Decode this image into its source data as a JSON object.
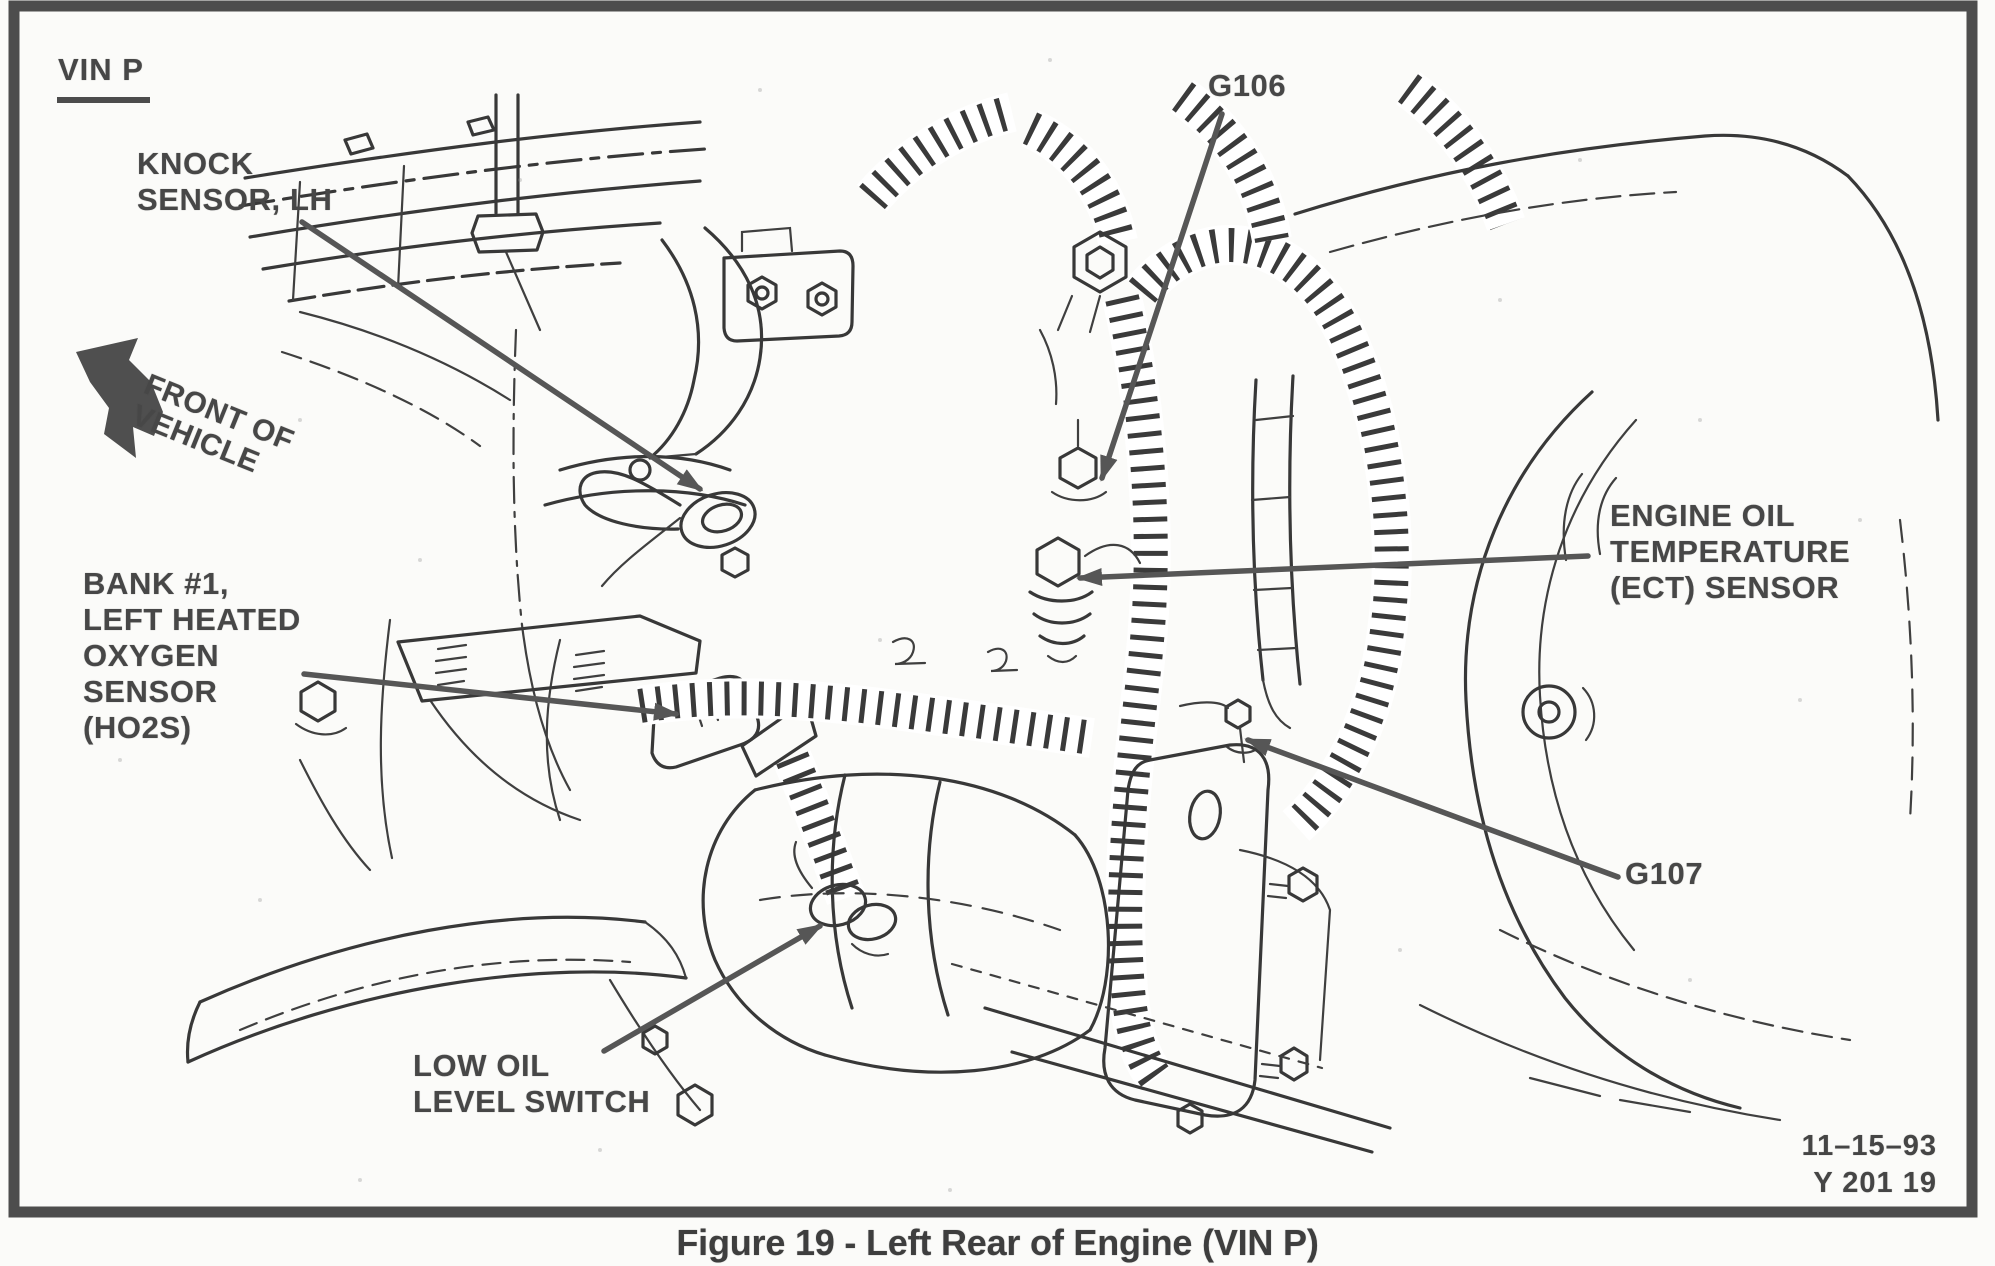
{
  "figure": {
    "vin": "VIN P",
    "front_arrow": "FRONT OF\nVEHICLE",
    "date": "11–15–93",
    "code": "Y 201 19",
    "caption": "Figure 19 - Left Rear of Engine (VIN P)"
  },
  "callouts": {
    "knock": "KNOCK\nSENSOR, LH",
    "ho2s": "BANK #1,\nLEFT HEATED\nOXYGEN\nSENSOR\n(HO2S)",
    "low_oil": "LOW OIL\nLEVEL SWITCH",
    "g106": "G106",
    "ect": "ENGINE OIL\nTEMPERATURE\n(ECT) SENSOR",
    "g107": "G107"
  },
  "colors": {
    "paper": "#fbfbf9",
    "ink_text": "#474747",
    "ink_line": "#383838",
    "leader_line": "#565656",
    "frame": "#4d4d4d"
  }
}
